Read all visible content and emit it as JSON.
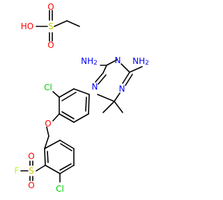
{
  "molecule": {
    "colors": {
      "bond": "#000000",
      "carbon_label": "#000000",
      "oxygen": "#ff0000",
      "nitrogen": "#0000ff",
      "sulfur": "#cccc00",
      "chlorine": "#00cc00",
      "fluorine": "#b3ff00"
    },
    "labels": {
      "ho": "HO",
      "s1": "S",
      "o1": "O",
      "o2": "O",
      "nh2_left": "NH2",
      "nh2_right": "NH2",
      "n1": "N",
      "n2": "N",
      "n_ring": "N",
      "cl1": "Cl",
      "o_ether": "O",
      "f": "F",
      "s2": "S",
      "o3": "O",
      "o4": "O",
      "cl2": "Cl"
    }
  }
}
